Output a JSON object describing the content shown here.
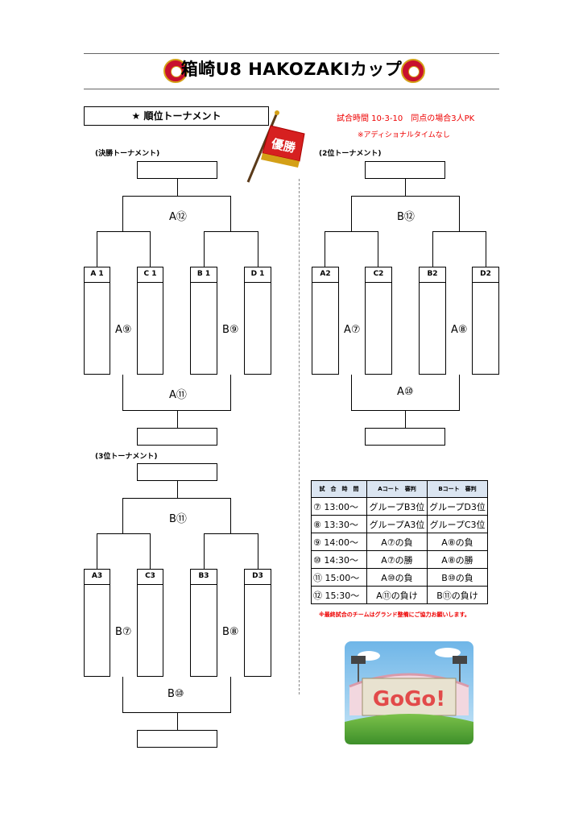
{
  "header": {
    "title": "箱崎U8 HAKOZAKIカップ"
  },
  "section": {
    "label": "★ 順位トーナメント"
  },
  "rules": {
    "line1": "試合時間 10-3-10　同点の場合3人PK",
    "line2": "※アディショナルタイムなし"
  },
  "flag": {
    "text": "優勝"
  },
  "brackets": {
    "final": {
      "title": "(決勝トーナメント)",
      "top": "A⑫",
      "left": "A⑨",
      "right": "B⑨",
      "bottom": "A⑪",
      "teams": [
        "A 1",
        "C 1",
        "B 1",
        "D 1"
      ]
    },
    "second": {
      "title": "(2位トーナメント)",
      "top": "B⑫",
      "left": "A⑦",
      "right": "A⑧",
      "bottom": "A⑩",
      "teams": [
        "A2",
        "C2",
        "B2",
        "D2"
      ]
    },
    "third": {
      "title": "(3位トーナメント)",
      "top": "B⑪",
      "left": "B⑦",
      "right": "B⑧",
      "bottom": "B⑩",
      "teams": [
        "A3",
        "C3",
        "B3",
        "D3"
      ]
    }
  },
  "schedule": {
    "headers": [
      "試　合　時　間",
      "Aコート　審判",
      "Bコート　審判"
    ],
    "rows": [
      [
        "⑦ 13:00〜",
        "グループB3位",
        "グループD3位"
      ],
      [
        "⑧ 13:30〜",
        "グループA3位",
        "グループC3位"
      ],
      [
        "⑨ 14:00〜",
        "A⑦の負",
        "A⑧の負"
      ],
      [
        "⑩ 14:30〜",
        "A⑦の勝",
        "A⑧の勝"
      ],
      [
        "⑪ 15:00〜",
        "A⑩の負",
        "B⑩の負"
      ],
      [
        "⑫ 15:30〜",
        "A⑪の負け",
        "B⑪の負け"
      ]
    ],
    "note": "※最終試合のチームはグランド整備にご協力お願いします。"
  },
  "illustration": {
    "text": "GoGo!"
  }
}
